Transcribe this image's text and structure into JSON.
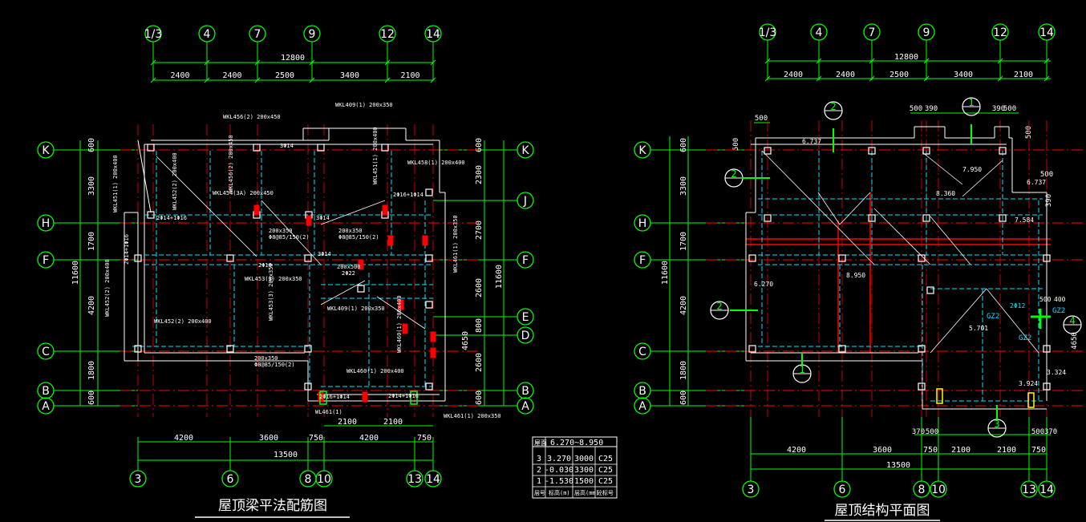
{
  "left": {
    "top_axes": [
      "1/3",
      "4",
      "7",
      "9",
      "12",
      "14"
    ],
    "bottom_axes": [
      "3",
      "6",
      "8",
      "10",
      "13",
      "14"
    ],
    "left_axes": [
      "K",
      "H",
      "F",
      "C",
      "B",
      "A"
    ],
    "right_axes": [
      "K",
      "J",
      "F",
      "E",
      "D",
      "B",
      "A"
    ],
    "total_top": "12800",
    "top_dims": [
      "2400",
      "2400",
      "2500",
      "3400",
      "2100"
    ],
    "total_bottom": "13500",
    "bottom_dims": [
      "4200",
      "3600",
      "750",
      "4200",
      "750"
    ],
    "bottom_dims_inner": [
      "2100",
      "2100"
    ],
    "left_total": "11600",
    "left_dims": [
      "600",
      "3300",
      "1700",
      "4200",
      "1800",
      "600"
    ],
    "right_total": "11600",
    "right_dims": [
      "600",
      "2300",
      "2700",
      "2600",
      "800",
      "2600",
      "600"
    ],
    "right_extra": "4650",
    "title": "屋顶梁平法配筋图",
    "beam_labels": [
      "WKL456(2) 200x450",
      "WKL409(1) 200x350",
      "WKL451(1) 200x400",
      "WKL454(3A) 200x450",
      "WKL458(1) 200x400",
      "WKL452(2) 200x400",
      "WKL453(3) 200x350",
      "WKL460(1) 200x400",
      "WKL461(1) 200x350",
      "WL461(1)",
      "2Φ14+1Φ16",
      "2Φ16+1Φ14",
      "3Φ14",
      "2Φ16",
      "200x350",
      "Φ8@85/150(2)",
      "200x500",
      "2Φ22"
    ]
  },
  "table": {
    "header": "屋面",
    "header_value": "6.270~8.950",
    "rows": [
      [
        "3",
        "3.270",
        "3000",
        "C25"
      ],
      [
        "2",
        "-0.030",
        "3300",
        "C25"
      ],
      [
        "1",
        "-1.530",
        "1500",
        "C25"
      ]
    ],
    "footer": [
      "层号",
      "标高(m)",
      "层高(mm)",
      "砼标号"
    ]
  },
  "right": {
    "top_axes": [
      "1/3",
      "4",
      "7",
      "9",
      "12",
      "14"
    ],
    "bottom_axes": [
      "3",
      "6",
      "8",
      "10",
      "13",
      "14"
    ],
    "left_axes": [
      "K",
      "H",
      "F",
      "C",
      "B",
      "A"
    ],
    "total_top": "12800",
    "top_dims": [
      "2400",
      "2400",
      "2500",
      "3400",
      "2100"
    ],
    "total_bottom": "13500",
    "bottom_dims": [
      "4200",
      "3600",
      "750",
      "2100",
      "2100",
      "750"
    ],
    "bottom_small": [
      "370",
      "500",
      "500",
      "370"
    ],
    "left_total": "11600",
    "left_dims": [
      "600",
      "3300",
      "1700",
      "4200",
      "1800",
      "600"
    ],
    "top_small": [
      "500",
      "390",
      "390",
      "500"
    ],
    "side_small": [
      "500",
      "500",
      "390",
      "500"
    ],
    "elevations": [
      "6.737",
      "7.950",
      "8.360",
      "6.737",
      "7.584",
      "8.950",
      "5.701",
      "3.924",
      "3.324",
      "6.270"
    ],
    "section_marks": [
      "1",
      "2",
      "3",
      "4"
    ],
    "gz_labels": [
      "GZ2",
      "GZ2",
      "GZ2"
    ],
    "small_notes": [
      "2Φ12",
      "500",
      "400"
    ],
    "right_extra": "4650",
    "title": "屋顶结构平面图"
  }
}
